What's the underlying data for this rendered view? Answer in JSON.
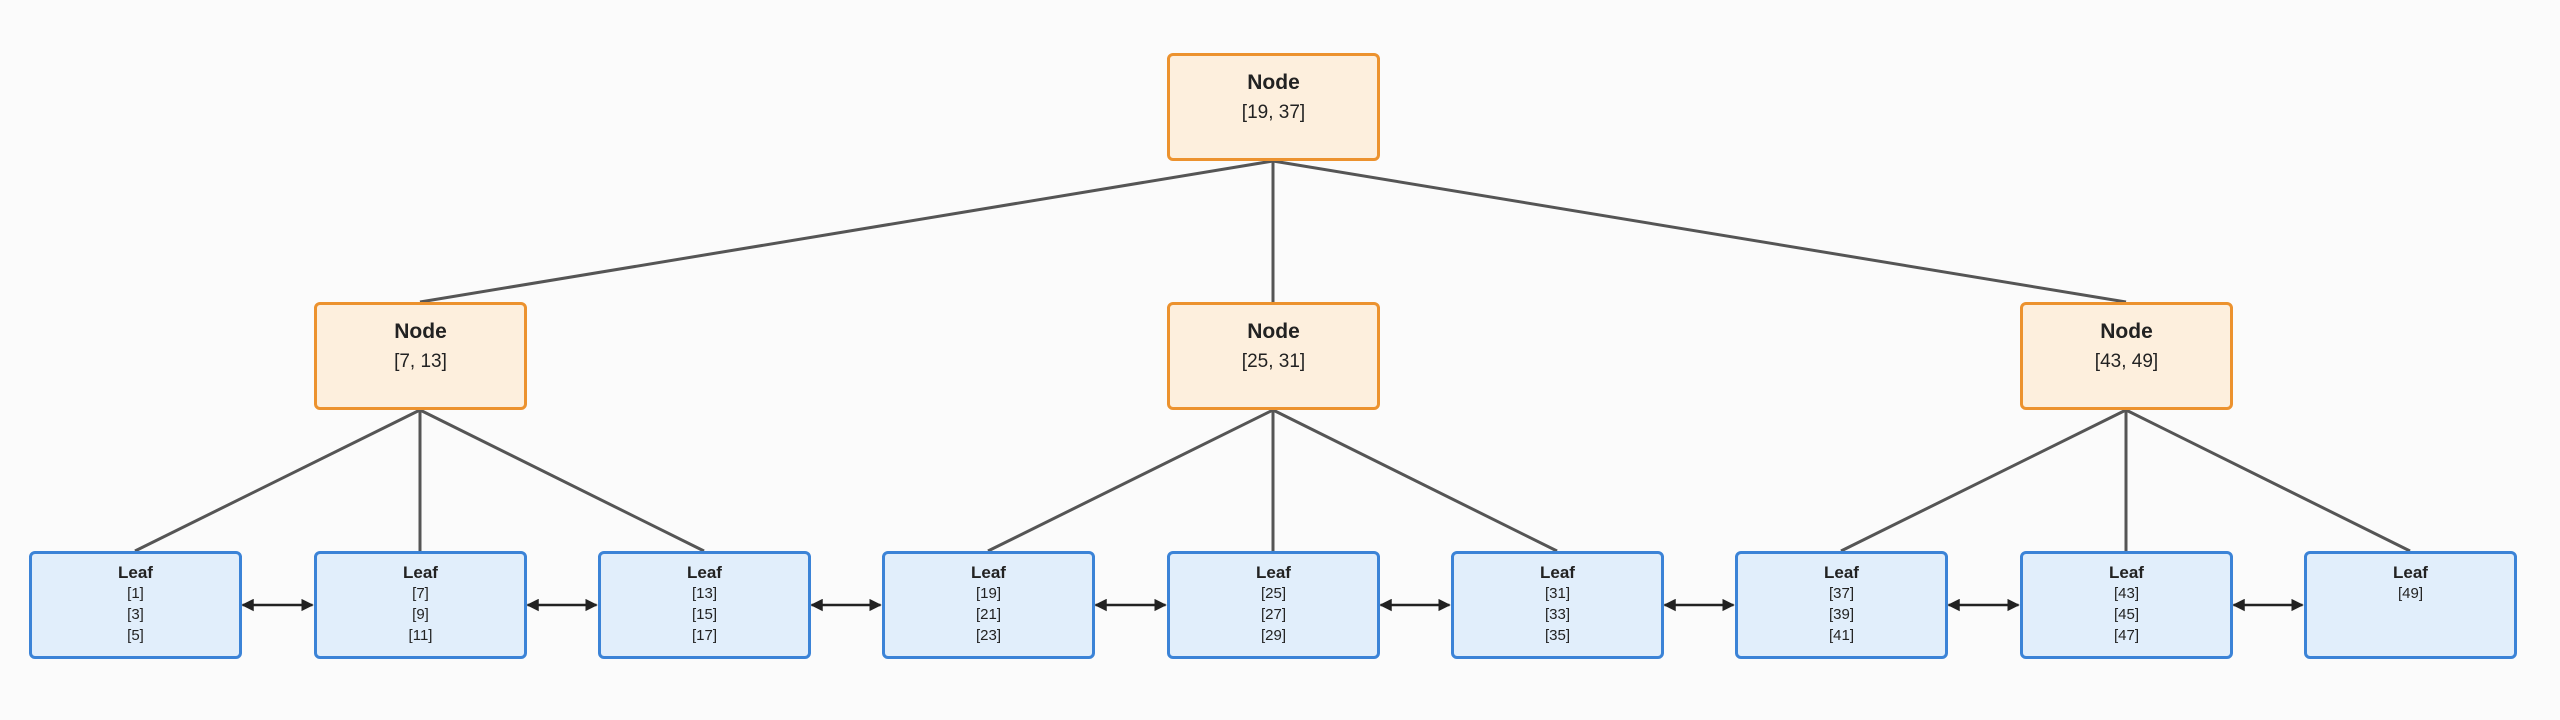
{
  "colors": {
    "background": "#fbfbfb",
    "internal_fill": "#fdefdd",
    "internal_border": "#ec922e",
    "leaf_fill": "#e1eefb",
    "leaf_border": "#3b83d7",
    "edge": "#555555",
    "arrow": "#222222"
  },
  "root": {
    "title": "Node",
    "keys": "[19, 37]"
  },
  "internal": [
    {
      "title": "Node",
      "keys": "[7, 13]"
    },
    {
      "title": "Node",
      "keys": "[25, 31]"
    },
    {
      "title": "Node",
      "keys": "[43, 49]"
    }
  ],
  "leaves": [
    {
      "title": "Leaf",
      "keys": [
        "[1]",
        "[3]",
        "[5]"
      ]
    },
    {
      "title": "Leaf",
      "keys": [
        "[7]",
        "[9]",
        "[11]"
      ]
    },
    {
      "title": "Leaf",
      "keys": [
        "[13]",
        "[15]",
        "[17]"
      ]
    },
    {
      "title": "Leaf",
      "keys": [
        "[19]",
        "[21]",
        "[23]"
      ]
    },
    {
      "title": "Leaf",
      "keys": [
        "[25]",
        "[27]",
        "[29]"
      ]
    },
    {
      "title": "Leaf",
      "keys": [
        "[31]",
        "[33]",
        "[35]"
      ]
    },
    {
      "title": "Leaf",
      "keys": [
        "[37]",
        "[39]",
        "[41]"
      ]
    },
    {
      "title": "Leaf",
      "keys": [
        "[43]",
        "[45]",
        "[47]"
      ]
    },
    {
      "title": "Leaf",
      "keys": [
        "[49]"
      ]
    }
  ]
}
